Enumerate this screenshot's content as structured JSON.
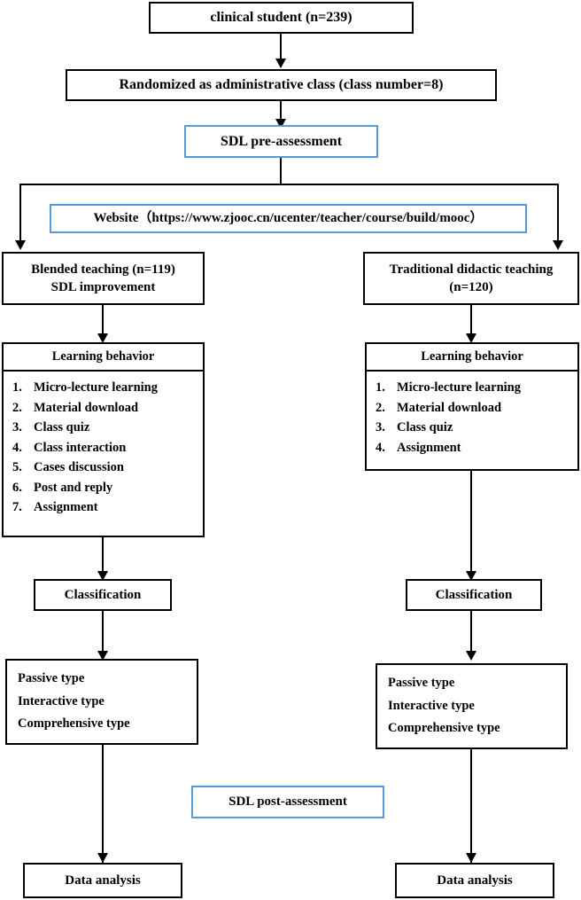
{
  "diagram": {
    "title": "Study design flowchart",
    "accent_blue": "#5B9BD5",
    "line_color": "#000000",
    "nodes": {
      "clinical_student": "clinical student (n=239)",
      "randomized": "Randomized as administrative class (class number=8)",
      "sdl_pre": "SDL pre-assessment",
      "website": "Website（https://www.zjooc.cn/ucenter/teacher/course/build/mooc）",
      "blended_line1": "Blended teaching (n=119)",
      "blended_line2": "SDL improvement",
      "traditional_line1": "Traditional didactic teaching",
      "traditional_line2": "(n=120)",
      "learning_behavior_header": "Learning behavior",
      "classification": "Classification",
      "sdl_post": "SDL post-assessment",
      "data_analysis": "Data analysis"
    },
    "blended_behaviors": [
      {
        "num": "1.",
        "label": "Micro-lecture learning"
      },
      {
        "num": "2.",
        "label": "Material download"
      },
      {
        "num": "3.",
        "label": "Class quiz"
      },
      {
        "num": "4.",
        "label": "Class interaction"
      },
      {
        "num": "5.",
        "label": "Cases discussion"
      },
      {
        "num": "6.",
        "label": "Post and reply"
      },
      {
        "num": "7.",
        "label": "Assignment"
      }
    ],
    "traditional_behaviors": [
      {
        "num": "1.",
        "label": "Micro-lecture learning"
      },
      {
        "num": "2.",
        "label": "Material download"
      },
      {
        "num": "3.",
        "label": "Class quiz"
      },
      {
        "num": "4.",
        "label": "Assignment"
      }
    ],
    "classification_types": [
      "Passive type",
      "Interactive type",
      "Comprehensive type"
    ]
  }
}
